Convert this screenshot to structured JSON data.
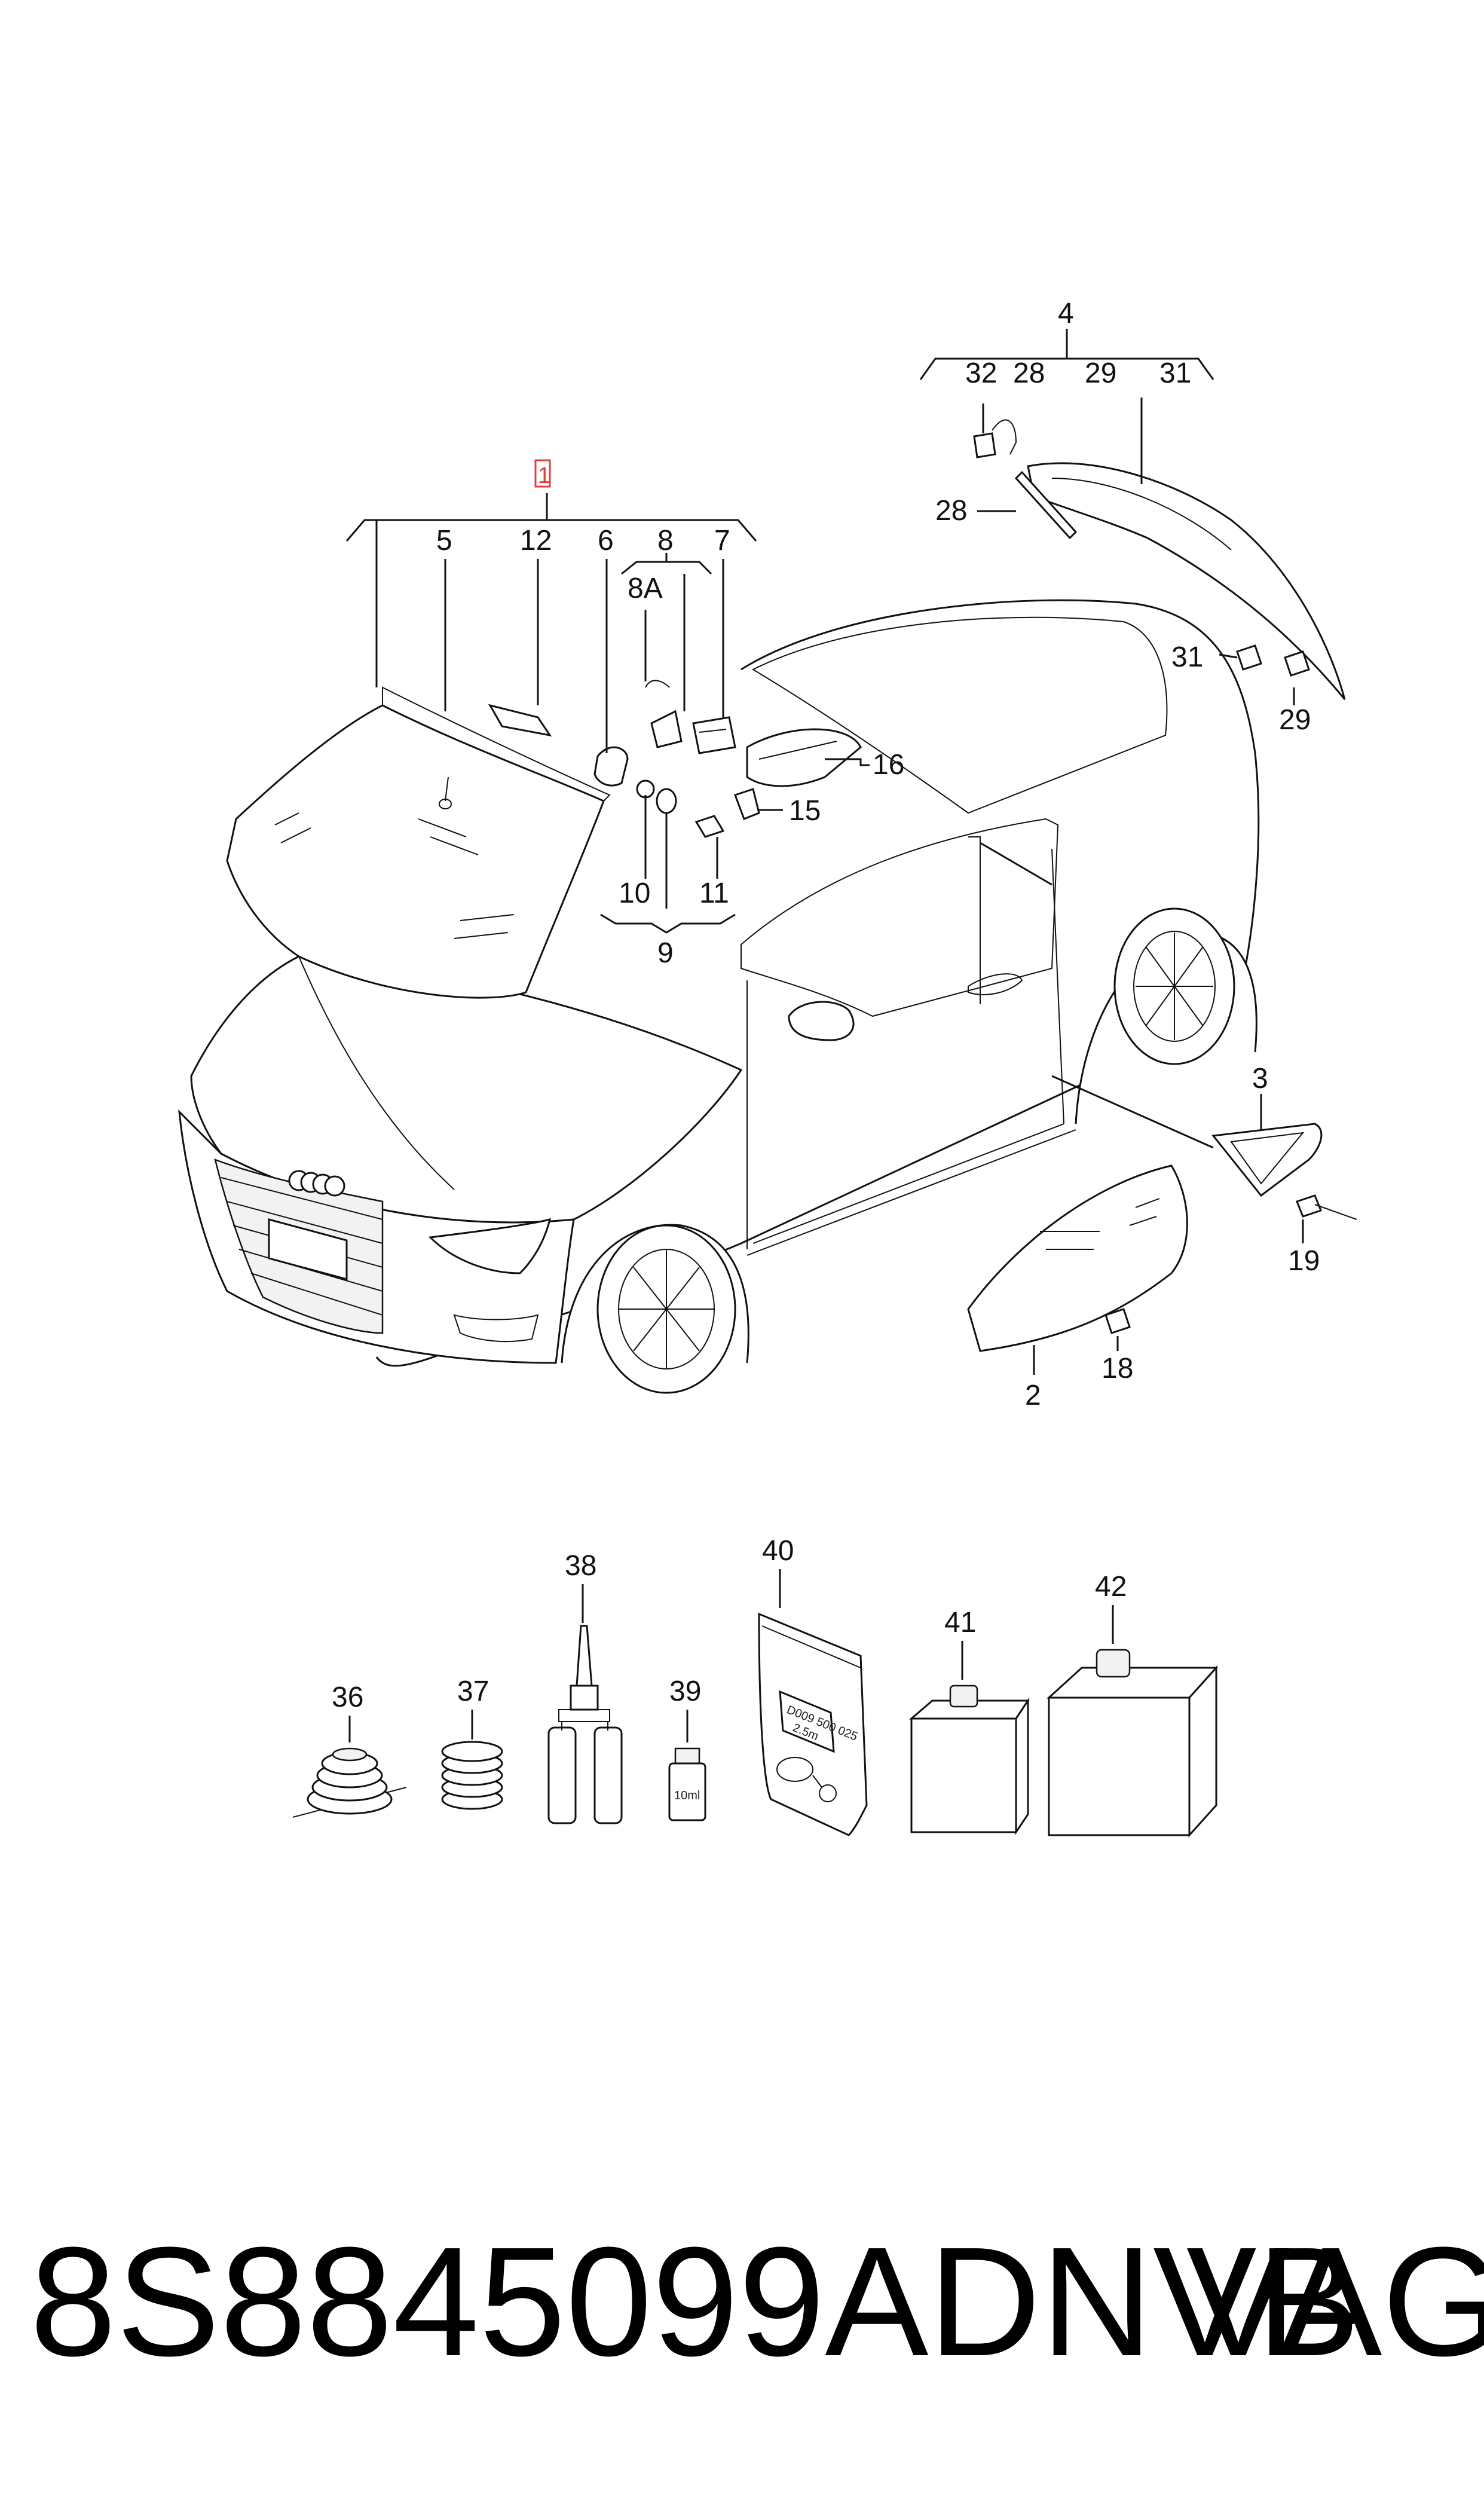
{
  "callouts": {
    "c1": "1",
    "c2": "2",
    "c3": "3",
    "c4": "4",
    "c5": "5",
    "c6": "6",
    "c7": "7",
    "c8": "8",
    "c8a": "8A",
    "c9": "9",
    "c10": "10",
    "c11": "11",
    "c12": "12",
    "c15": "15",
    "c16": "16",
    "c18": "18",
    "c19": "19",
    "c28a": "28",
    "c28b": "28",
    "c29a": "29",
    "c29b": "29",
    "c31a": "31",
    "c31b": "31",
    "c32": "32",
    "c36": "36",
    "c37": "37",
    "c38": "38",
    "c39": "39",
    "c40": "40",
    "c41": "41",
    "c42": "42"
  },
  "labels": {
    "vial_volume": "10ml",
    "pouch_text_1": "D009 500 025",
    "pouch_text_2": "2.5m"
  },
  "footer": {
    "part_number": "8S8845099ADNVB",
    "brand": "VAG"
  },
  "colors": {
    "highlight_callout": "#e0403a",
    "line": "#111111"
  }
}
